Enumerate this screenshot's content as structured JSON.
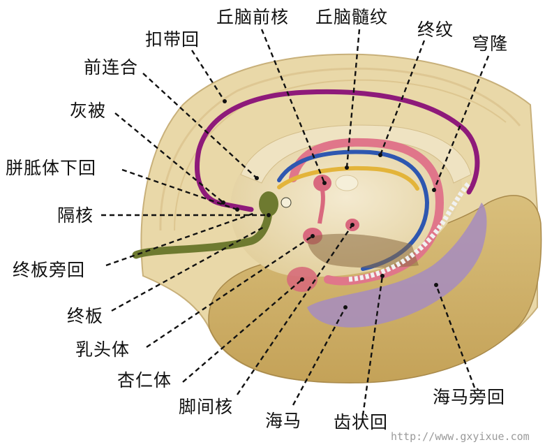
{
  "diagram": {
    "subject": "Limbic system, medial view of brain",
    "labels": {
      "anterior_thalamic_nucleus": "丘脑前核",
      "stria_medullaris": "丘脑髓纹",
      "stria_terminalis": "终纹",
      "fornix": "穹隆",
      "cingulate_gyrus": "扣带回",
      "anterior_commissure": "前连合",
      "indusium_griseum": "灰被",
      "subcallosal_gyrus": "胼胝体下回",
      "septal_nuclei": "隔核",
      "paraterminal_gyrus": "终板旁回",
      "lamina_terminalis": "终板",
      "mammillary_body": "乳头体",
      "amygdala": "杏仁体",
      "interpeduncular_nucleus": "脚间核",
      "hippocampus": "海马",
      "dentate_gyrus": "齿状回",
      "parahippocampal_gyrus": "海马旁回"
    },
    "watermark": "http://www.gxyixue.com",
    "colors": {
      "brain_tan": "#e8d6a6",
      "brain_dark": "#c9aa64",
      "fornix_purple": "#8e1a7a",
      "pink_tract": "#e0768a",
      "blue_tract": "#2e57b0",
      "yellow_tract": "#e3b43a",
      "septal_green": "#6e7a30",
      "hippocampus_lilac": "#9b82b8"
    }
  }
}
